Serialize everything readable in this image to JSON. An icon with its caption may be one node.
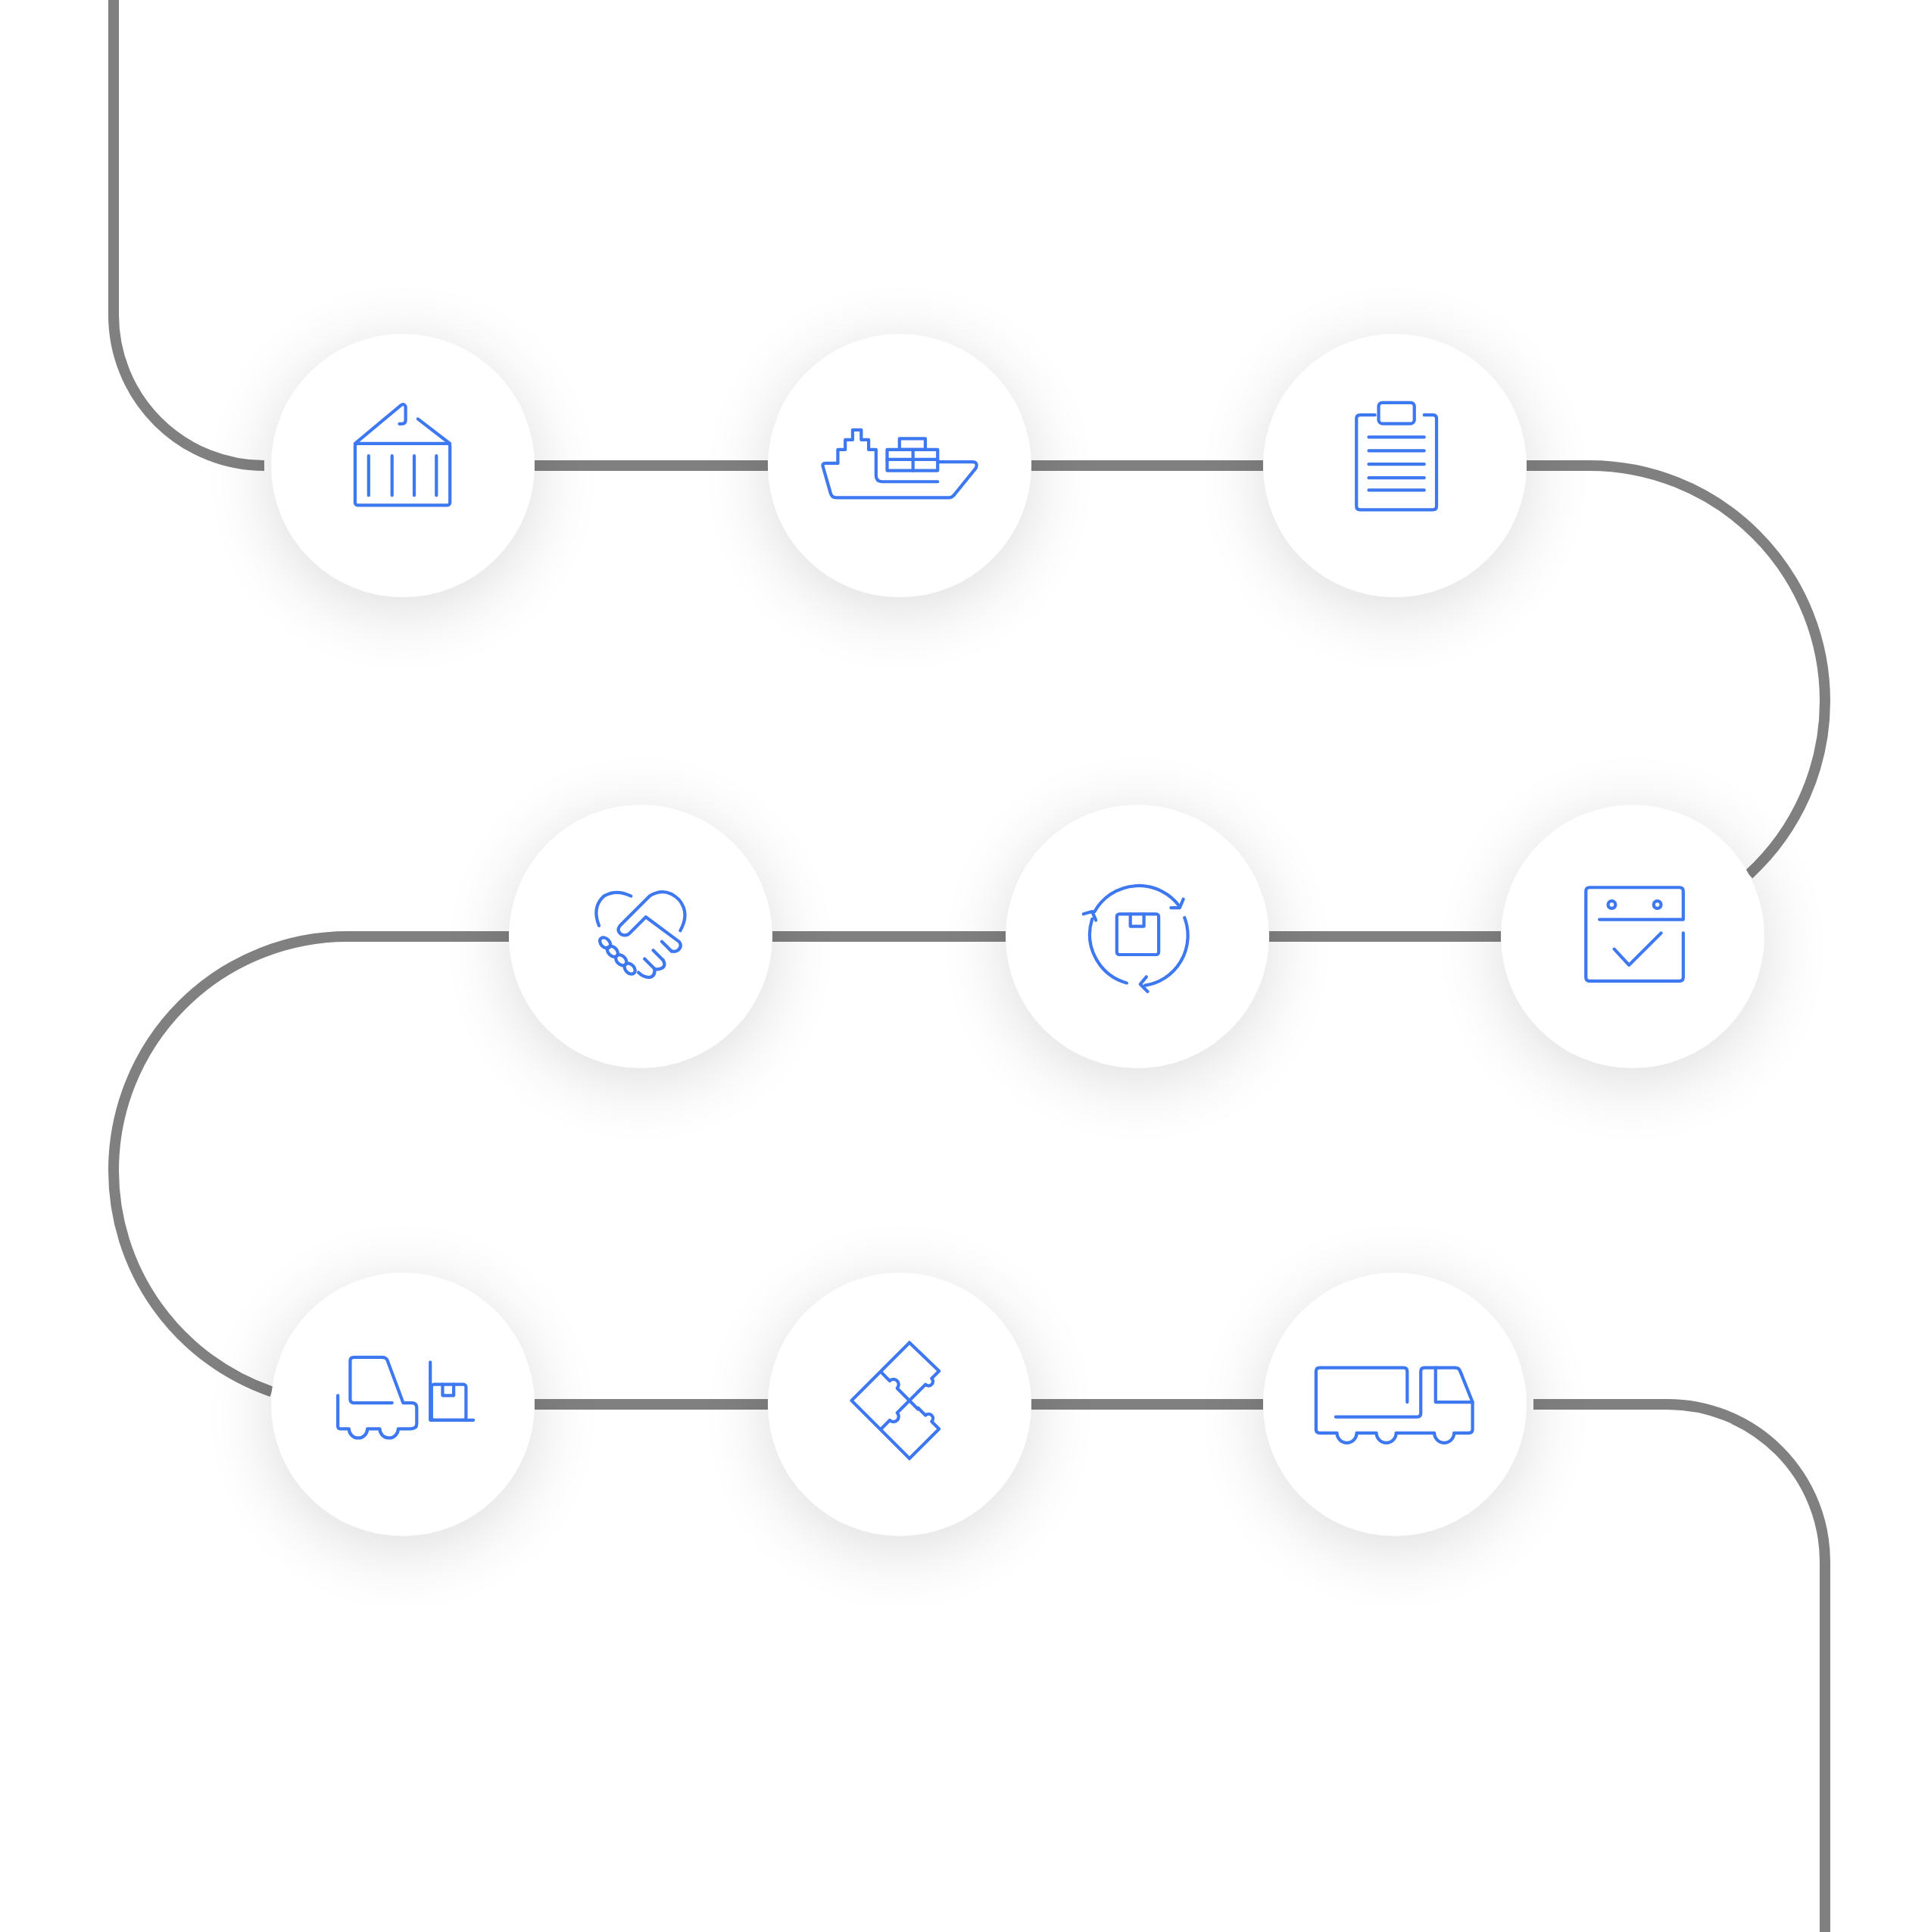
{
  "diagram": {
    "nodes": [
      {
        "text": [],
        "shape": "circle"
      },
      {
        "text": [],
        "shape": "circle"
      },
      {
        "text": [],
        "shape": "circle"
      },
      {
        "text": [],
        "shape": "circle"
      },
      {
        "text": [],
        "shape": "circle"
      },
      {
        "text": [],
        "shape": "circle"
      },
      {
        "text": [],
        "shape": "circle"
      },
      {
        "text": [],
        "shape": "circle"
      },
      {
        "text": [],
        "shape": "circle"
      }
    ],
    "edges": [
      {
        "from": null,
        "to": 0,
        "arrow": "none"
      },
      {
        "from": 0,
        "to": 1,
        "arrow": "none"
      },
      {
        "from": 1,
        "to": 2,
        "arrow": "none"
      },
      {
        "from": 2,
        "to": 5,
        "arrow": "none"
      },
      {
        "from": 5,
        "to": 4,
        "arrow": "none"
      },
      {
        "from": 4,
        "to": 3,
        "arrow": "none"
      },
      {
        "from": 3,
        "to": 6,
        "arrow": "none"
      },
      {
        "from": 6,
        "to": 7,
        "arrow": "none"
      },
      {
        "from": 7,
        "to": 8,
        "arrow": "none"
      },
      {
        "from": 8,
        "to": null,
        "arrow": "none"
      }
    ]
  }
}
